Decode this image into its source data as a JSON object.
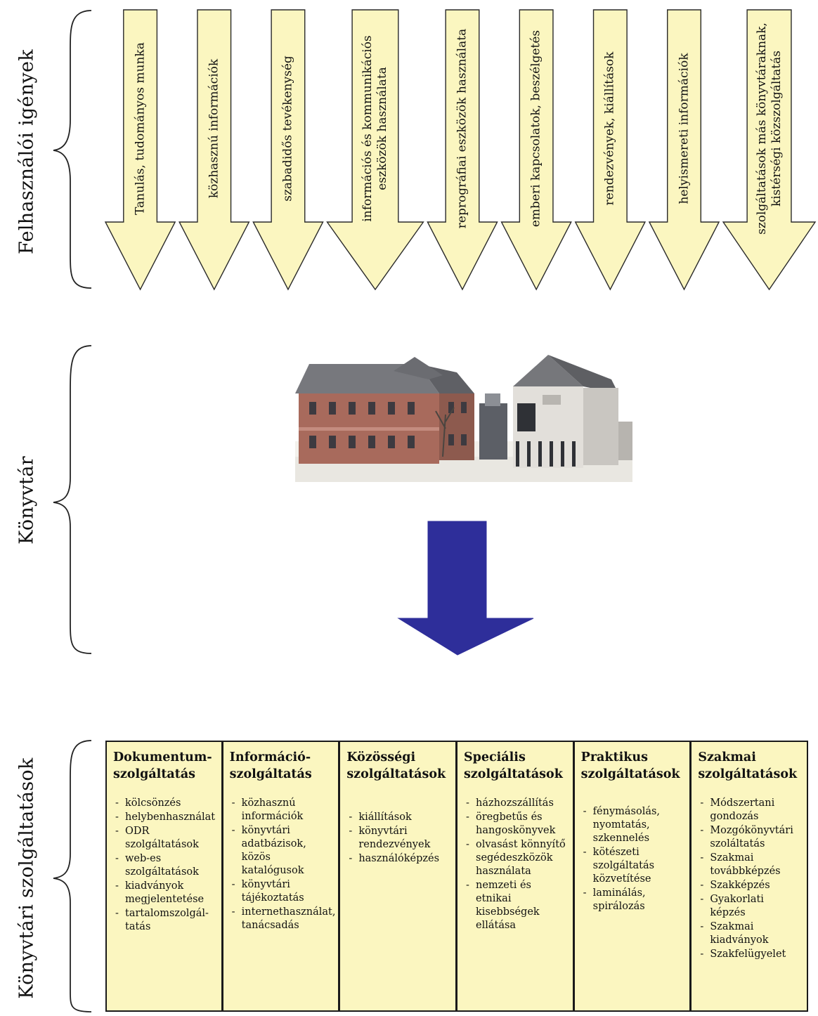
{
  "sections": {
    "needs": "Felhasználói igények",
    "library": "Könyvtár",
    "services": "Könyvtári szolgáltatások"
  },
  "arrows": [
    {
      "text": "Tanulás, tudományos munka"
    },
    {
      "text": "közhasznú információk"
    },
    {
      "text": "szabadidős tevékenység"
    },
    {
      "text": "információs és kommunikációs\neszközök használata"
    },
    {
      "text": "reprográfiai eszközök használata"
    },
    {
      "text": "emberi kapcsolatok, beszélgetés"
    },
    {
      "text": "rendezvények, kiállítások"
    },
    {
      "text": "helyismereti információk"
    },
    {
      "text": "szolgáltatások más könyvtáraknak,\nkistérségi közszolgáltatás"
    }
  ],
  "service_boxes": [
    {
      "title": "Dokumentum-\nszolgáltatás",
      "items": [
        "kölcsönzés",
        "helybenhasználat",
        "ODR szolgáltatások",
        "web-es szolgáltatások",
        "kiadványok megjelentetése",
        "tartalomszolgál-tatás"
      ]
    },
    {
      "title": "Információ-\nszolgáltatás",
      "items": [
        "közhasznú információk",
        "könyvtári adatbázisok, közös katalógusok",
        "könyvtári tájékoztatás",
        "internethasználat, tanácsadás"
      ]
    },
    {
      "title": "Közösségi\nszolgáltatások",
      "items": [
        "kiállítások",
        "könyvtári rendezvények",
        "használóképzés"
      ]
    },
    {
      "title": "Speciális\nszolgáltatások",
      "items": [
        "házhozszállítás",
        "öregbetűs és hangoskönyvek",
        "olvasást könnyítő segédeszközök használata",
        "nemzeti és etnikai kisebbségek ellátása"
      ]
    },
    {
      "title": "Praktikus\nszolgáltatások",
      "items": [
        "fénymásolás, nyomtatás, szkennelés",
        "kötészeti szolgáltatás közvetítése",
        "laminálás, spirálozás"
      ]
    },
    {
      "title": "Szakmai\nszolgáltatások",
      "items": [
        "Módszertani gondozás",
        "Mozgókönyvtári szoláltatás",
        "Szakmai továbbképzés",
        "Szakképzés",
        "Gyakorlati képzés",
        "Szakmai kiadványok",
        "Szakfelügyelet"
      ]
    }
  ],
  "colors": {
    "arrow_fill": "#fbf6c0",
    "arrow_stroke": "#2a2a2a",
    "down_arrow_fill": "#2e2e9a",
    "box_fill": "#fbf6c0"
  }
}
